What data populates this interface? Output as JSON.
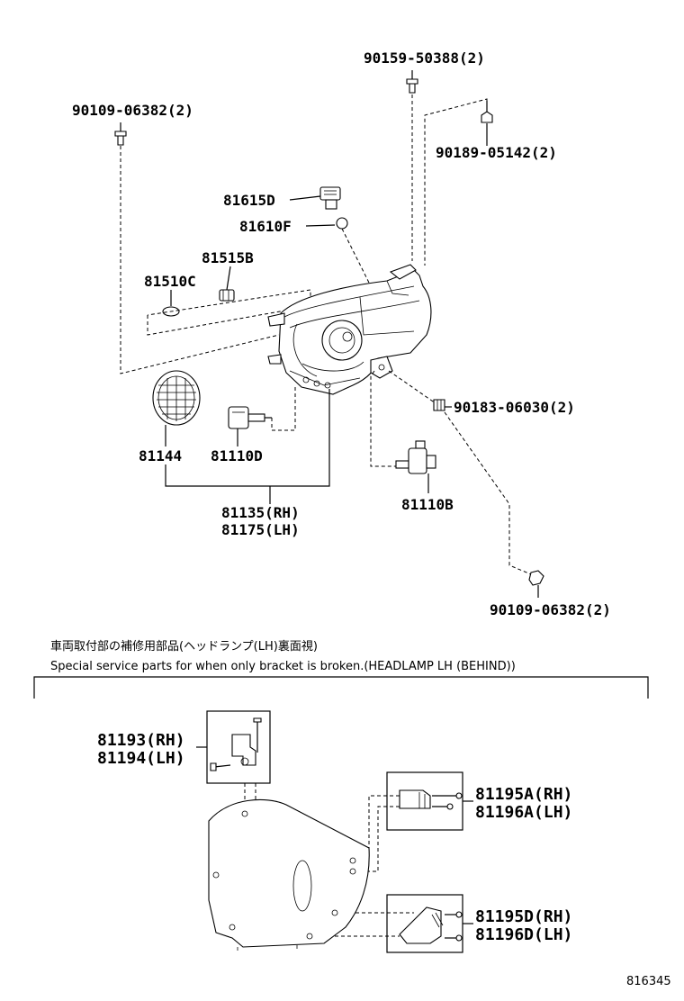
{
  "labels": {
    "bolt_top_right": "90159-50388(2)",
    "bolt_top_left": "90109-06382(2)",
    "nut_right": "90189-05142(2)",
    "bulb_socket_upper": "81615D",
    "bulb_upper": "81610F",
    "socket_small": "81515B",
    "bulb_small": "81510C",
    "cover": "81144",
    "bulb_main": "81110D",
    "clip_right": "90183-06030(2)",
    "bulb_right": "81110B",
    "assembly_rh": "81135(RH)",
    "assembly_lh": "81175(LH)",
    "bolt_bottom_right": "90109-06382(2)"
  },
  "note": {
    "japanese": "車両取付部の補修用部品(ヘッドランプ(LH)裏面視)",
    "english": "Special service parts for when only bracket is broken.(HEADLAMP LH (BEHIND))"
  },
  "brackets": {
    "upper_rh": "81193(RH)",
    "upper_lh": "81194(LH)",
    "side_rh": "81195A(RH)",
    "side_lh": "81196A(LH)",
    "lower_rh": "81195D(RH)",
    "lower_lh": "81196D(LH)"
  },
  "diagram_code": "816345"
}
